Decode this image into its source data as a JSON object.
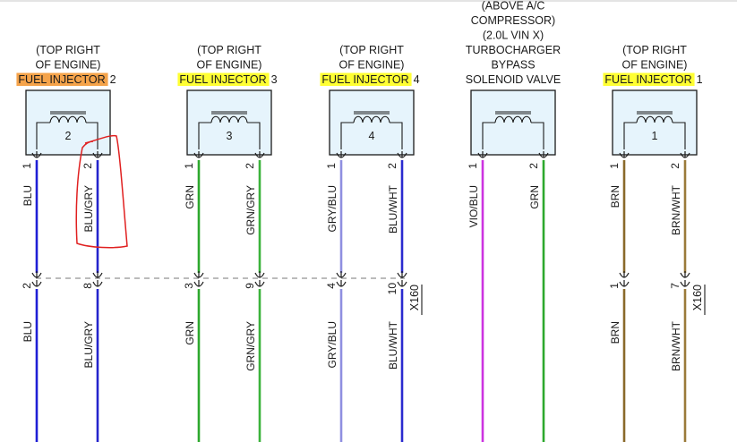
{
  "diagram": {
    "components": [
      {
        "id": "inj2",
        "location_lines": [
          "(TOP RIGHT",
          "OF ENGINE)"
        ],
        "name": "FUEL INJECTOR",
        "number": "2",
        "highlight": "#f5a34a",
        "box_label": "2",
        "pins": [
          {
            "pin": "1",
            "wire": "BLU",
            "color": "#1f1fd6",
            "conn_pin": "2",
            "wire_below": "BLU"
          },
          {
            "pin": "2",
            "wire": "BLU/GRY",
            "color": "#2424cc",
            "conn_pin": "8",
            "wire_below": "BLU/GRY"
          }
        ]
      },
      {
        "id": "inj3",
        "location_lines": [
          "(TOP RIGHT",
          "OF ENGINE)"
        ],
        "name": "FUEL INJECTOR",
        "number": "3",
        "highlight": "#ffff33",
        "box_label": "3",
        "pins": [
          {
            "pin": "1",
            "wire": "GRN",
            "color": "#2da82d",
            "conn_pin": "3",
            "wire_below": "GRN"
          },
          {
            "pin": "2",
            "wire": "GRN/GRY",
            "color": "#3cb33c",
            "conn_pin": "9",
            "wire_below": "GRN/GRY"
          }
        ]
      },
      {
        "id": "inj4",
        "location_lines": [
          "(TOP RIGHT",
          "OF ENGINE)"
        ],
        "name": "FUEL INJECTOR",
        "number": "4",
        "highlight": "#ffff33",
        "box_label": "4",
        "pins": [
          {
            "pin": "1",
            "wire": "GRY/BLU",
            "color": "#8f8fe0",
            "conn_pin": "4",
            "wire_below": "GRY/BLU"
          },
          {
            "pin": "2",
            "wire": "BLU/WHT",
            "color": "#2a2ad0",
            "conn_pin": "10",
            "wire_below": "BLU/WHT"
          }
        ]
      },
      {
        "id": "turbo",
        "location_lines": [
          "(ABOVE A/C",
          "COMPRESSOR)",
          "(2.0L VIN X)",
          "TURBOCHARGER",
          "BYPASS",
          "SOLENOID VALVE"
        ],
        "name": "",
        "number": "",
        "highlight": "",
        "box_label": "",
        "pins": [
          {
            "pin": "1",
            "wire": "VIO/BLU",
            "color": "#cc33e0",
            "conn_pin": "",
            "wire_below": ""
          },
          {
            "pin": "2",
            "wire": "GRN",
            "color": "#2da82d",
            "conn_pin": "",
            "wire_below": ""
          }
        ]
      },
      {
        "id": "inj1",
        "location_lines": [
          "(TOP RIGHT",
          "OF ENGINE)"
        ],
        "name": "FUEL INJECTOR",
        "number": "1",
        "highlight": "#ffff33",
        "box_label": "1",
        "pins": [
          {
            "pin": "1",
            "wire": "BRN",
            "color": "#8a6a2a",
            "conn_pin": "1",
            "wire_below": "BRN"
          },
          {
            "pin": "2",
            "wire": "BRN/WHT",
            "color": "#9a7a3a",
            "conn_pin": "7",
            "wire_below": "BRN/WHT"
          }
        ]
      }
    ],
    "connectors": [
      {
        "id": "x160-left",
        "label": "X160"
      },
      {
        "id": "x160-right",
        "label": "X160"
      }
    ],
    "annotation_color": "#e02020"
  }
}
